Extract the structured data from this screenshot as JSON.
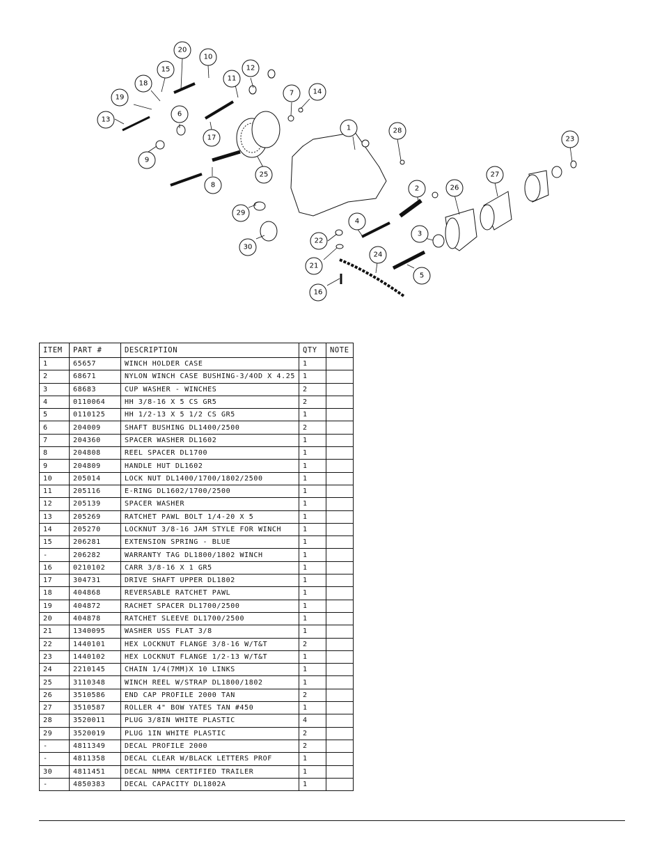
{
  "table": {
    "headers": {
      "item": "ITEM",
      "part": "PART #",
      "description": "DESCRIPTION",
      "qty": "QTY",
      "note": "NOTE"
    },
    "rows": [
      {
        "item": "1",
        "part": "65657",
        "description": "WINCH HOLDER CASE",
        "qty": "1",
        "note": ""
      },
      {
        "item": "2",
        "part": "68671",
        "description": "NYLON WINCH CASE BUSHING-3/4OD X 4.25",
        "qty": "1",
        "note": ""
      },
      {
        "item": "3",
        "part": "68683",
        "description": "CUP WASHER - WINCHES",
        "qty": "2",
        "note": ""
      },
      {
        "item": "4",
        "part": "0110064",
        "description": "HH 3/8-16 X 5 CS GR5",
        "qty": "2",
        "note": ""
      },
      {
        "item": "5",
        "part": "0110125",
        "description": "HH 1/2-13 X 5 1/2 CS GR5",
        "qty": "1",
        "note": ""
      },
      {
        "item": "6",
        "part": "204009",
        "description": "SHAFT BUSHING  DL1400/2500",
        "qty": "2",
        "note": ""
      },
      {
        "item": "7",
        "part": "204360",
        "description": "SPACER WASHER  DL1602",
        "qty": "1",
        "note": ""
      },
      {
        "item": "8",
        "part": "204808",
        "description": "REEL SPACER  DL1700",
        "qty": "1",
        "note": ""
      },
      {
        "item": "9",
        "part": "204809",
        "description": "HANDLE HUT  DL1602",
        "qty": "1",
        "note": ""
      },
      {
        "item": "10",
        "part": "205014",
        "description": "LOCK NUT  DL1400/1700/1802/2500",
        "qty": "1",
        "note": ""
      },
      {
        "item": "11",
        "part": "205116",
        "description": "E-RING DL1602/1700/2500",
        "qty": "1",
        "note": ""
      },
      {
        "item": "12",
        "part": "205139",
        "description": "SPACER WASHER",
        "qty": "1",
        "note": ""
      },
      {
        "item": "13",
        "part": "205269",
        "description": "RATCHET PAWL BOLT 1/4-20 X 5",
        "qty": "1",
        "note": ""
      },
      {
        "item": "14",
        "part": "205270",
        "description": "LOCKNUT 3/8-16 JAM STYLE FOR WINCH",
        "qty": "1",
        "note": ""
      },
      {
        "item": "15",
        "part": "206281",
        "description": "EXTENSION SPRING - BLUE",
        "qty": "1",
        "note": ""
      },
      {
        "item": "-",
        "part": "206282",
        "description": "WARRANTY TAG DL1800/1802 WINCH",
        "qty": "1",
        "note": ""
      },
      {
        "item": "16",
        "part": "0210102",
        "description": "CARR 3/8-16 X 1 GR5",
        "qty": "1",
        "note": ""
      },
      {
        "item": "17",
        "part": "304731",
        "description": "DRIVE SHAFT UPPER  DL1802",
        "qty": "1",
        "note": ""
      },
      {
        "item": "18",
        "part": "404868",
        "description": "REVERSABLE RATCHET PAWL",
        "qty": "1",
        "note": ""
      },
      {
        "item": "19",
        "part": "404872",
        "description": "RACHET SPACER  DL1700/2500",
        "qty": "1",
        "note": ""
      },
      {
        "item": "20",
        "part": "404878",
        "description": "RATCHET SLEEVE  DL1700/2500",
        "qty": "1",
        "note": ""
      },
      {
        "item": "21",
        "part": "1340095",
        "description": "WASHER USS FLAT 3/8",
        "qty": "1",
        "note": ""
      },
      {
        "item": "22",
        "part": "1440101",
        "description": "HEX LOCKNUT FLANGE 3/8-16 W/T&T",
        "qty": "2",
        "note": ""
      },
      {
        "item": "23",
        "part": "1440102",
        "description": "HEX LOCKNUT FLANGE 1/2-13 W/T&T",
        "qty": "1",
        "note": ""
      },
      {
        "item": "24",
        "part": "2210145",
        "description": "CHAIN 1/4(7MM)X 10 LINKS",
        "qty": "1",
        "note": ""
      },
      {
        "item": "25",
        "part": "3110348",
        "description": "WINCH REEL W/STRAP  DL1800/1802",
        "qty": "1",
        "note": ""
      },
      {
        "item": "26",
        "part": "3510586",
        "description": "END CAP PROFILE 2000 TAN",
        "qty": "2",
        "note": ""
      },
      {
        "item": "27",
        "part": "3510587",
        "description": "ROLLER 4\" BOW YATES TAN #450",
        "qty": "1",
        "note": ""
      },
      {
        "item": "28",
        "part": "3520011",
        "description": "PLUG  3/8IN WHITE PLASTIC",
        "qty": "4",
        "note": ""
      },
      {
        "item": "29",
        "part": "3520019",
        "description": "PLUG  1IN WHITE PLASTIC",
        "qty": "2",
        "note": ""
      },
      {
        "item": "-",
        "part": "4811349",
        "description": "DECAL PROFILE 2000",
        "qty": "2",
        "note": ""
      },
      {
        "item": "-",
        "part": "4811358",
        "description": "DECAL CLEAR W/BLACK LETTERS PROF",
        "qty": "1",
        "note": ""
      },
      {
        "item": "30",
        "part": "4811451",
        "description": " DECAL NMMA CERTIFIED TRAILER",
        "qty": "1",
        "note": ""
      },
      {
        "item": "-",
        "part": "4850383",
        "description": "DECAL CAPACITY DL1802A",
        "qty": "1",
        "note": ""
      }
    ]
  },
  "diagram": {
    "callouts": [
      "20",
      "10",
      "15",
      "12",
      "18",
      "11",
      "7",
      "14",
      "19",
      "6",
      "13",
      "17",
      "28",
      "23",
      "1",
      "9",
      "25",
      "8",
      "2",
      "26",
      "27",
      "29",
      "4",
      "3",
      "30",
      "22",
      "24",
      "21",
      "5",
      "16"
    ]
  }
}
